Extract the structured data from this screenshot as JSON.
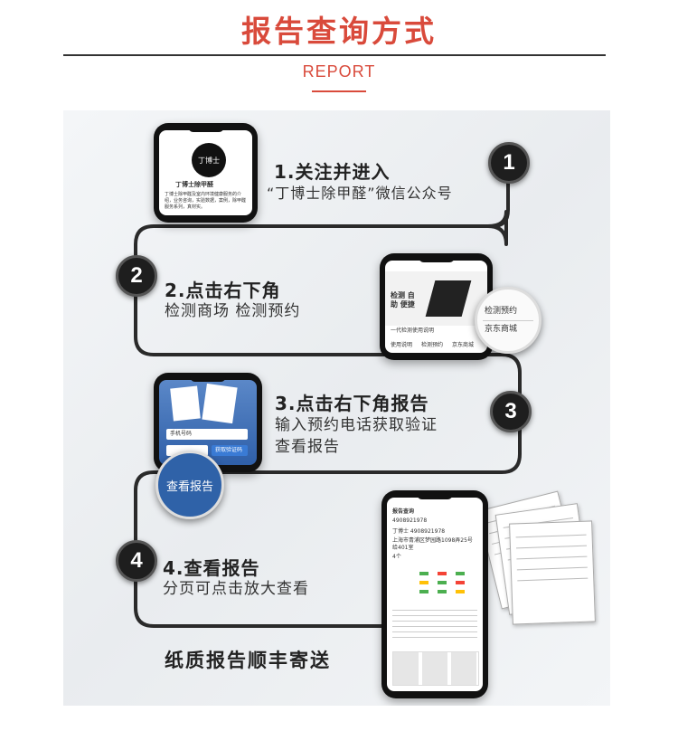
{
  "header": {
    "title": "报告查询方式",
    "subtitle": "REPORT"
  },
  "colors": {
    "accent": "#d94a3b",
    "path": "#2a2a2a",
    "badge": "#1e1e1e"
  },
  "steps": [
    {
      "number": "1",
      "title": "1.关注并进入",
      "desc": [
        "“丁博士除甲醛”微信公众号"
      ]
    },
    {
      "number": "2",
      "title": "2.点击右下角",
      "desc": [
        "检测商场  检测预约"
      ]
    },
    {
      "number": "3",
      "title": "3.点击右下角报告",
      "desc": [
        "输入预约电话获取验证",
        "查看报告"
      ]
    },
    {
      "number": "4",
      "title": "4.查看报告",
      "desc": [
        "分页可点击放大查看"
      ]
    }
  ],
  "footer_note": "纸质报告顺丰寄送",
  "phone1": {
    "logo": "丁博士",
    "name": "丁博士除甲醛",
    "intro": "丁博士除甲醛及室内环境健康服务的介绍，业务咨询，实验数据，案例，除甲醛服务系列，真材实。"
  },
  "phone2": {
    "banner_text": "检测 自助 便捷",
    "caption": "一代检测使用说明",
    "tabs": [
      "使用说明",
      "检测预约",
      "京东商城"
    ],
    "magnifier_items": [
      "检测预约",
      "京东商城"
    ]
  },
  "phone3": {
    "field_phone": "手机号码",
    "button": "获取验证码",
    "magnifier_label": "查看报告"
  },
  "phone4": {
    "header": "报告查询",
    "code": "4908921978",
    "company": "丁博士 4908921978",
    "address": "上海市青浦区梦园路1098弄25号给401室",
    "count": "4个"
  }
}
